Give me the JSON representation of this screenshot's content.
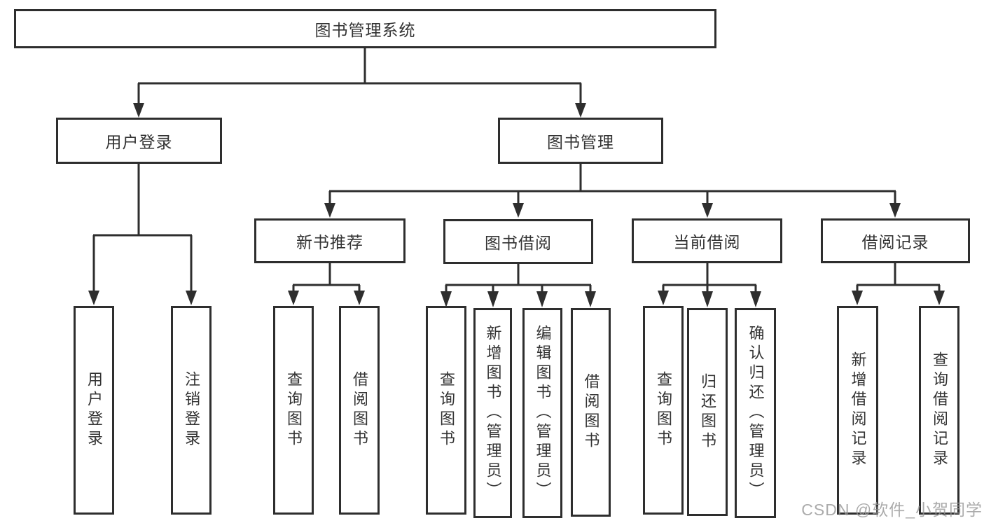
{
  "diagram": {
    "colors": {
      "line": "#2e2e2e",
      "text": "#333333",
      "background": "#ffffff",
      "watermark": "#969696"
    },
    "watermark": "CSDN @软件_小贺同学",
    "nodes": {
      "root": {
        "label": "图书管理系统"
      },
      "level2": [
        {
          "label": "用户登录"
        },
        {
          "label": "图书管理"
        }
      ],
      "level3": [
        {
          "label": "新书推荐"
        },
        {
          "label": "图书借阅"
        },
        {
          "label": "当前借阅"
        },
        {
          "label": "借阅记录"
        }
      ],
      "leaves": [
        {
          "label": "用户登录"
        },
        {
          "label": "注销登录"
        },
        {
          "label": "查询图书"
        },
        {
          "label": "借阅图书"
        },
        {
          "label": "查询图书"
        },
        {
          "label": "新增图书（管理员）"
        },
        {
          "label": "编辑图书（管理员）"
        },
        {
          "label": "借阅图书"
        },
        {
          "label": "查询图书"
        },
        {
          "label": "归还图书"
        },
        {
          "label": "确认归还（管理员）"
        },
        {
          "label": "新增借阅记录"
        },
        {
          "label": "查询借阅记录"
        }
      ]
    }
  }
}
